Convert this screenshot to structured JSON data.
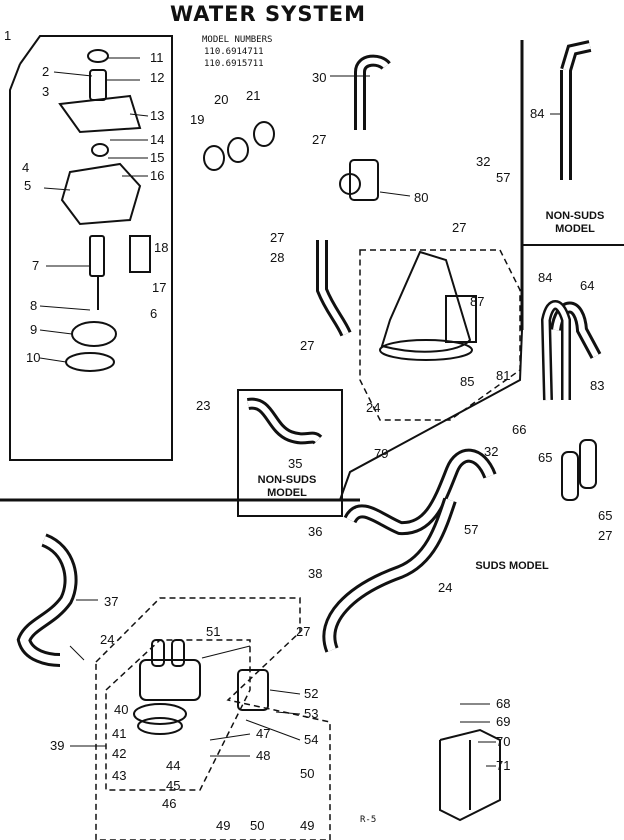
{
  "title": "WATER SYSTEM",
  "model_numbers": {
    "heading": "MODEL NUMBERS",
    "values": [
      "110.6914711",
      "110.6915711"
    ]
  },
  "section_labels": {
    "non_suds_model_right": "NON-SUDS\nMODEL",
    "non_suds_model_center": "NON-SUDS\nMODEL",
    "suds_model": "SUDS MODEL"
  },
  "page_code": "R-5",
  "callouts": [
    "1",
    "2",
    "3",
    "4",
    "5",
    "6",
    "7",
    "8",
    "9",
    "10",
    "11",
    "12",
    "13",
    "14",
    "15",
    "16",
    "17",
    "18",
    "19",
    "20",
    "21",
    "23",
    "24",
    "27",
    "28",
    "30",
    "32",
    "35",
    "36",
    "37",
    "38",
    "39",
    "40",
    "41",
    "42",
    "43",
    "44",
    "45",
    "46",
    "47",
    "48",
    "49",
    "50",
    "51",
    "52",
    "53",
    "54",
    "57",
    "64",
    "65",
    "66",
    "68",
    "69",
    "70",
    "71",
    "79",
    "80",
    "81",
    "83",
    "84",
    "85",
    "87"
  ]
}
